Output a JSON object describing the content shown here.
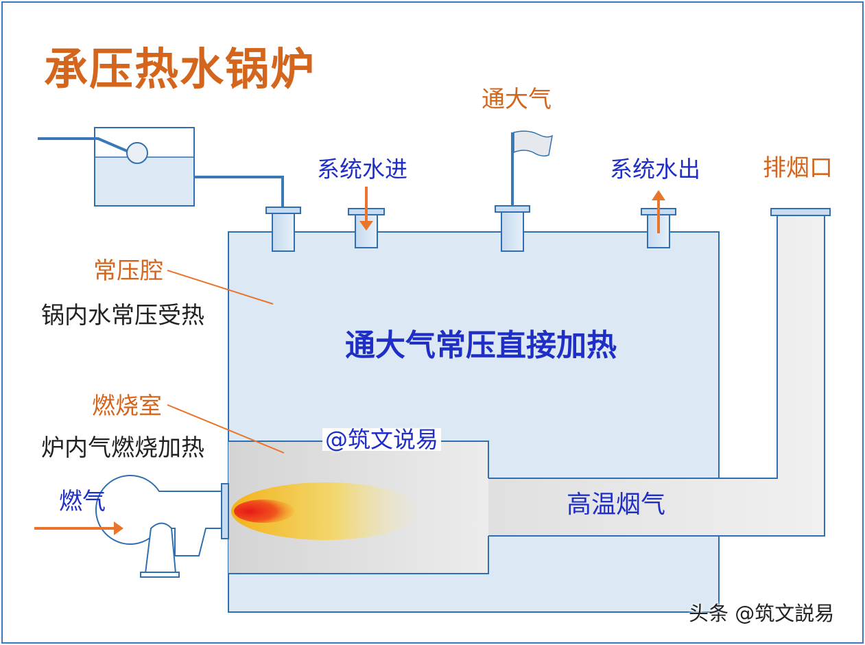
{
  "title": "承压热水锅炉",
  "labels": {
    "vent_to_atmosphere": "通大气",
    "system_water_in": "系统水进",
    "system_water_out": "系统水出",
    "flue_outlet": "排烟口",
    "atmospheric_chamber": "常压腔",
    "atmospheric_chamber_desc": "锅内水常压受热",
    "direct_heating": "通大气常压直接加热",
    "combustion_chamber": "燃烧室",
    "combustion_chamber_desc": "炉内气燃烧加热",
    "gas_inlet": "燃气",
    "high_temp_flue_gas": "高温烟气",
    "inline_watermark": "@筑文说易",
    "footer_watermark": "头条 @筑文説易"
  },
  "colors": {
    "title": "#d4651c",
    "accent_orange": "#e9742b",
    "label_blue": "#1f2fc6",
    "water_fill": "#dce9f5",
    "outline_blue": "#2f6fb0",
    "pipe_blue": "#3a78b8",
    "chamber_gray": "#dedede",
    "flame_yellow": "#f5c518",
    "flame_red": "#e0281a"
  }
}
